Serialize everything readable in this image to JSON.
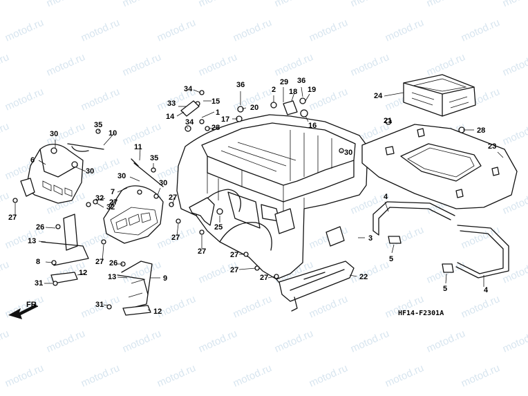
{
  "watermark": "motod.ru",
  "diagram_code": "HF14-F2301A",
  "front_indicator": "FR.",
  "callouts": [
    {
      "id": "c1",
      "label": "1"
    },
    {
      "id": "c2",
      "label": "2"
    },
    {
      "id": "c3",
      "label": "3"
    },
    {
      "id": "c4a",
      "label": "4"
    },
    {
      "id": "c4b",
      "label": "4"
    },
    {
      "id": "c5a",
      "label": "5"
    },
    {
      "id": "c5b",
      "label": "5"
    },
    {
      "id": "c6",
      "label": "6"
    },
    {
      "id": "c7",
      "label": "7"
    },
    {
      "id": "c8",
      "label": "8"
    },
    {
      "id": "c9",
      "label": "9"
    },
    {
      "id": "c10",
      "label": "10"
    },
    {
      "id": "c11",
      "label": "11"
    },
    {
      "id": "c12a",
      "label": "12"
    },
    {
      "id": "c12b",
      "label": "12"
    },
    {
      "id": "c13a",
      "label": "13"
    },
    {
      "id": "c13b",
      "label": "13"
    },
    {
      "id": "c14",
      "label": "14"
    },
    {
      "id": "c15",
      "label": "15"
    },
    {
      "id": "c16",
      "label": "16"
    },
    {
      "id": "c17",
      "label": "17"
    },
    {
      "id": "c18",
      "label": "18"
    },
    {
      "id": "c19",
      "label": "19"
    },
    {
      "id": "c20",
      "label": "20"
    },
    {
      "id": "c21",
      "label": "21"
    },
    {
      "id": "c22",
      "label": "22"
    },
    {
      "id": "c23",
      "label": "23"
    },
    {
      "id": "c24",
      "label": "24"
    },
    {
      "id": "c25",
      "label": "25"
    },
    {
      "id": "c26a",
      "label": "26"
    },
    {
      "id": "c26b",
      "label": "26"
    },
    {
      "id": "c27a",
      "label": "27"
    },
    {
      "id": "c27b",
      "label": "27"
    },
    {
      "id": "c27c",
      "label": "27"
    },
    {
      "id": "c27d",
      "label": "27"
    },
    {
      "id": "c27e",
      "label": "27"
    },
    {
      "id": "c27f",
      "label": "27"
    },
    {
      "id": "c27g",
      "label": "27"
    },
    {
      "id": "c27h",
      "label": "27"
    },
    {
      "id": "c27i",
      "label": "27"
    },
    {
      "id": "c28a",
      "label": "28"
    },
    {
      "id": "c28b",
      "label": "28"
    },
    {
      "id": "c29",
      "label": "29"
    },
    {
      "id": "c30a",
      "label": "30"
    },
    {
      "id": "c30b",
      "label": "30"
    },
    {
      "id": "c30c",
      "label": "30"
    },
    {
      "id": "c30d",
      "label": "30"
    },
    {
      "id": "c30e",
      "label": "30"
    },
    {
      "id": "c31a",
      "label": "31"
    },
    {
      "id": "c31b",
      "label": "31"
    },
    {
      "id": "c32a",
      "label": "32"
    },
    {
      "id": "c32b",
      "label": "32"
    },
    {
      "id": "c33",
      "label": "33"
    },
    {
      "id": "c34a",
      "label": "34"
    },
    {
      "id": "c34b",
      "label": "34"
    },
    {
      "id": "c35a",
      "label": "35"
    },
    {
      "id": "c35b",
      "label": "35"
    },
    {
      "id": "c36a",
      "label": "36"
    },
    {
      "id": "c36b",
      "label": "36"
    }
  ]
}
